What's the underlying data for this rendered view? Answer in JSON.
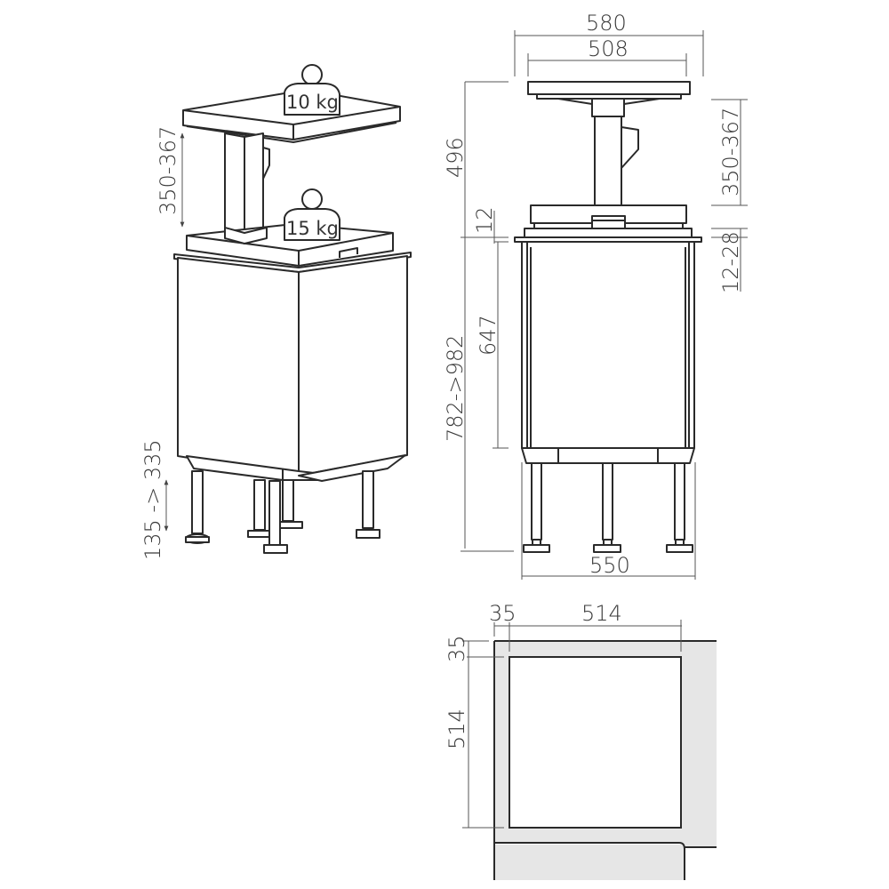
{
  "diagram": {
    "type": "technical-dimension-drawing",
    "units": "mm",
    "colors": {
      "line": "#2a2a2a",
      "dimension": "#555555",
      "worktop_fill": "#e6e6e6",
      "background": "#ffffff"
    }
  },
  "iso_view": {
    "weights": {
      "upper": "10 kg",
      "lower": "15 kg"
    },
    "dims": {
      "lift_travel": "350-367",
      "leg_adjust": "135 -> 335"
    }
  },
  "front_view": {
    "dims": {
      "outer_width": "580",
      "platform_width": "508",
      "total_height_raised": "496",
      "lift_travel": "350-367",
      "lid_thickness": "12",
      "worktop_thickness": "12-28",
      "cabinet_height": "647",
      "overall_height": "782->982",
      "base_width": "550"
    }
  },
  "cutout_view": {
    "dims": {
      "offset_x": "35",
      "cutout_width": "514",
      "offset_y": "35",
      "cutout_depth": "514"
    }
  }
}
